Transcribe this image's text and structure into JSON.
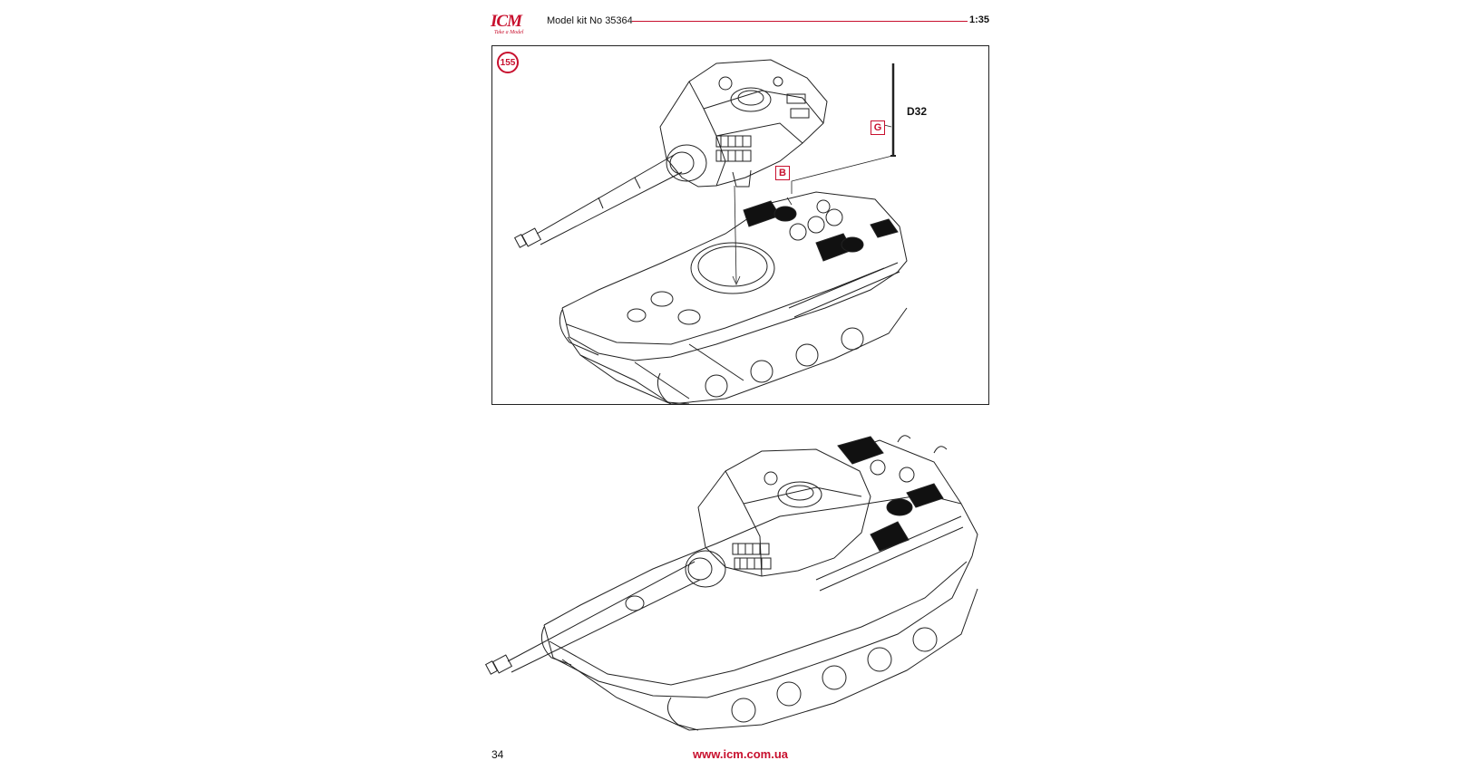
{
  "header": {
    "brand": "ICM",
    "tagline": "Take a Model",
    "kit_title": "Model kit No 35364",
    "scale": "1:35"
  },
  "step": {
    "number": "155",
    "part_label": "D32",
    "sprue_g": "G",
    "sprue_b": "B"
  },
  "footer": {
    "page_number": "34",
    "website": "www.icm.com.ua"
  },
  "colors": {
    "accent": "#c8102e",
    "line": "#222222"
  }
}
